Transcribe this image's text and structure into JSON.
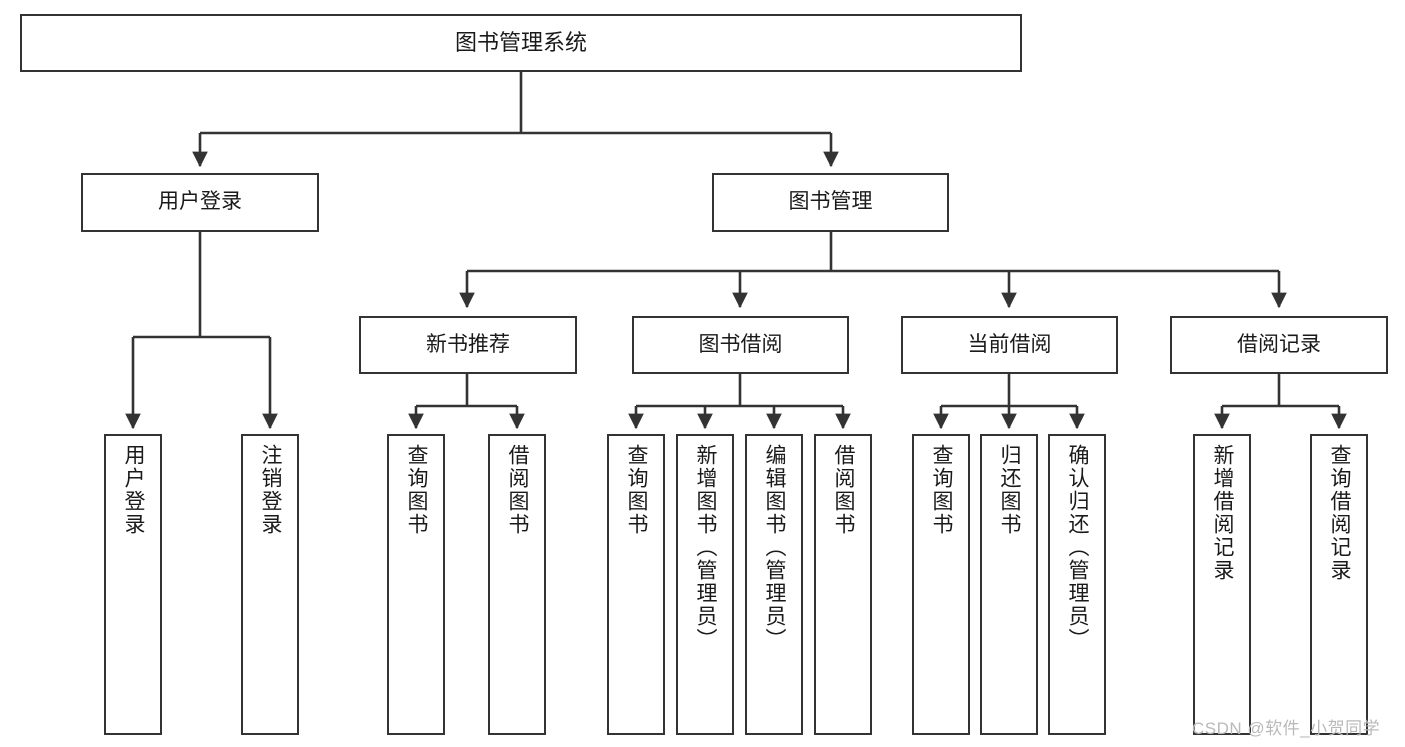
{
  "diagram": {
    "title": "图书管理系统",
    "type": "tree-diagram",
    "style": {
      "box_border_color": "#333333",
      "box_fill_color": "#ffffff",
      "edge_color": "#333333",
      "text_color": "#1a1a1a",
      "background_color": "#ffffff",
      "watermark_color": "#b9b9b9"
    },
    "watermark": "CSDN @软件_小贺同学",
    "nodes": {
      "root": {
        "label": "图书管理系统"
      },
      "level2": [
        {
          "id": "user-login",
          "label": "用户登录"
        },
        {
          "id": "book-management",
          "label": "图书管理"
        }
      ],
      "level3": [
        {
          "id": "new-book-recommend",
          "label": "新书推荐"
        },
        {
          "id": "book-borrow",
          "label": "图书借阅"
        },
        {
          "id": "current-borrow",
          "label": "当前借阅"
        },
        {
          "id": "borrow-record",
          "label": "借阅记录"
        }
      ],
      "leaves": [
        {
          "id": "leaf-user-login",
          "label": "用户登录",
          "parent": "user-login"
        },
        {
          "id": "leaf-logout-login",
          "label": "注销登录",
          "parent": "user-login"
        },
        {
          "id": "leaf-query-book-1",
          "label": "查询图书",
          "parent": "new-book-recommend"
        },
        {
          "id": "leaf-borrow-book-1",
          "label": "借阅图书",
          "parent": "new-book-recommend"
        },
        {
          "id": "leaf-query-book-2",
          "label": "查询图书",
          "parent": "book-borrow"
        },
        {
          "id": "leaf-add-book-admin",
          "label": "新增图书（管理员）",
          "parent": "book-borrow"
        },
        {
          "id": "leaf-edit-book-admin",
          "label": "编辑图书（管理员）",
          "parent": "book-borrow"
        },
        {
          "id": "leaf-borrow-book-2",
          "label": "借阅图书",
          "parent": "book-borrow"
        },
        {
          "id": "leaf-query-book-3",
          "label": "查询图书",
          "parent": "current-borrow"
        },
        {
          "id": "leaf-return-book",
          "label": "归还图书",
          "parent": "current-borrow"
        },
        {
          "id": "leaf-confirm-return-admin",
          "label": "确认归还（管理员）",
          "parent": "current-borrow"
        },
        {
          "id": "leaf-add-borrow-record",
          "label": "新增借阅记录",
          "parent": "borrow-record"
        },
        {
          "id": "leaf-query-borrow-record",
          "label": "查询借阅记录",
          "parent": "borrow-record"
        }
      ]
    }
  }
}
